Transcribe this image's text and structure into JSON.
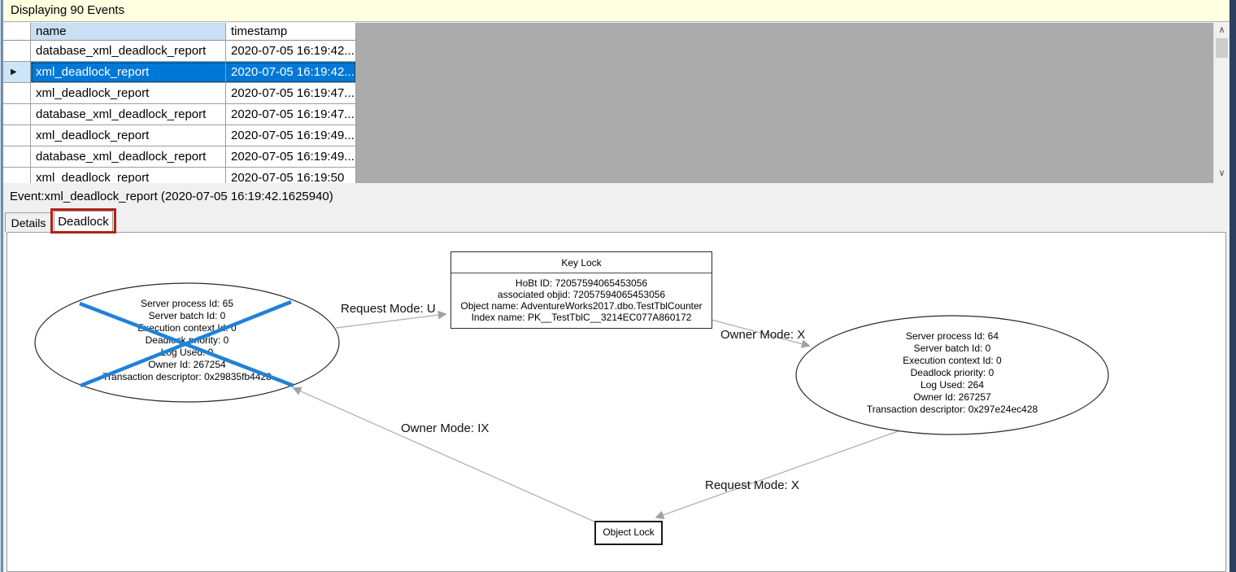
{
  "window": {
    "status_text": "Displaying 90 Events"
  },
  "table": {
    "columns": [
      {
        "label": "name"
      },
      {
        "label": "timestamp"
      }
    ],
    "rows": [
      {
        "name": "database_xml_deadlock_report",
        "timestamp": "2020-07-05 16:19:42...."
      },
      {
        "name": "xml_deadlock_report",
        "timestamp": "2020-07-05 16:19:42....",
        "selected": true
      },
      {
        "name": "xml_deadlock_report",
        "timestamp": "2020-07-05 16:19:47...."
      },
      {
        "name": "database_xml_deadlock_report",
        "timestamp": "2020-07-05 16:19:47...."
      },
      {
        "name": "xml_deadlock_report",
        "timestamp": "2020-07-05 16:19:49...."
      },
      {
        "name": "database_xml_deadlock_report",
        "timestamp": "2020-07-05 16:19:49...."
      },
      {
        "name": "xml_deadlock_report",
        "timestamp": "2020-07-05 16:19:50"
      }
    ]
  },
  "icons": {
    "row_marker": "▶",
    "scroll_up": "∧",
    "scroll_down": "∨"
  },
  "event_pane": {
    "title": "Event:xml_deadlock_report (2020-07-05 16:19:42.1625940)",
    "tabs": [
      {
        "label": "Details",
        "active": false
      },
      {
        "label": "Deadlock",
        "active": true
      }
    ]
  },
  "deadlock_graph": {
    "victim_process": {
      "crossed_out": true,
      "lines": [
        "Server process Id: 65",
        "Server batch Id: 0",
        "Execution context Id: 0",
        "Deadlock priority: 0",
        "Log Used: 0",
        "Owner Id: 267254",
        "Transaction descriptor: 0x29835fb4428"
      ]
    },
    "owner_process": {
      "crossed_out": false,
      "lines": [
        "Server process Id: 64",
        "Server batch Id: 0",
        "Execution context Id: 0",
        "Deadlock priority: 0",
        "Log Used: 264",
        "Owner Id: 267257",
        "Transaction descriptor: 0x297e24ec428"
      ]
    },
    "key_lock": {
      "title": "Key Lock",
      "lines": [
        "HoBt ID: 72057594065453056",
        "associated objid: 72057594065453056",
        "Object name: AdventureWorks2017.dbo.TestTblCounter",
        "Index name: PK__TestTblC__3214EC077A860172"
      ]
    },
    "object_lock": {
      "title": "Object Lock"
    },
    "edges": [
      {
        "label": "Request Mode: U",
        "from": "victim_process",
        "to": "key_lock"
      },
      {
        "label": "Owner Mode: X",
        "from": "key_lock",
        "to": "owner_process"
      },
      {
        "label": "Owner Mode: IX",
        "from": "object_lock",
        "to": "victim_process"
      },
      {
        "label": "Request Mode: X",
        "from": "owner_process",
        "to": "object_lock"
      }
    ]
  },
  "colors": {
    "selection": "#0078D7",
    "victim_cross": "#1E82D8",
    "status_bar_bg": "#FFFFE1",
    "name_header_bg": "#C9DFF3",
    "annotation_red": "#B02318",
    "window_border": "#2D3E5F",
    "edge_gray": "#ACACAC"
  }
}
